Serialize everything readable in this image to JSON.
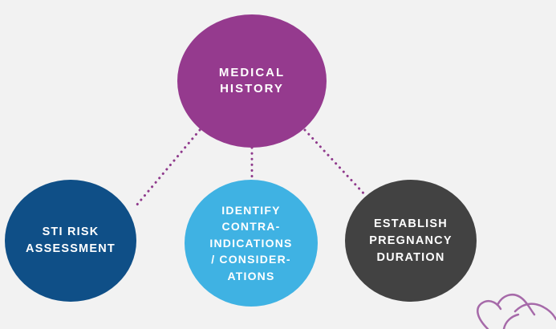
{
  "colors": {
    "background": "#f2f2f2",
    "top": "#953a8e",
    "left": "#0f4f87",
    "middle": "#3fb2e3",
    "right": "#424242",
    "connector": "#8f3a8c",
    "decoration": "#a66aa9"
  },
  "nodes": {
    "top": {
      "label": "MEDICAL\nHISTORY"
    },
    "left": {
      "label": "STI RISK\nASSESSMENT"
    },
    "middle": {
      "label": "IDENTIFY\nCONTRA-\nINDICATIONS\n/ CONSIDER-\nATIONS"
    },
    "right": {
      "label": "ESTABLISH\nPREGNANCY\nDURATION"
    }
  },
  "decoration": {
    "icon": "outline-hand-icon"
  }
}
